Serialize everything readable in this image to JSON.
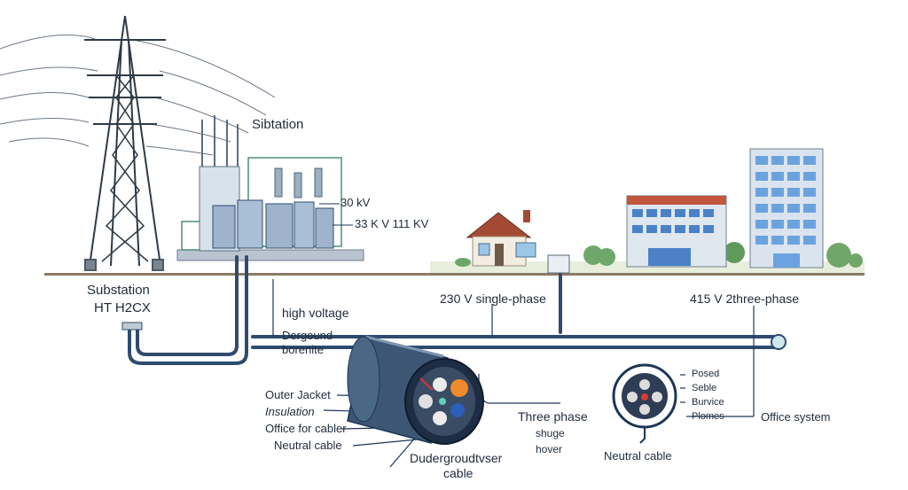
{
  "labels": {
    "substation_top": "Sibtation",
    "kv_30": "30 kV",
    "kv_33_11": "33 K V 111 KV",
    "substation_left": "Substation",
    "ht_code": "HT H2CX",
    "high_voltage": "high voltage",
    "dergound": "Dergound",
    "borenite": "borenite",
    "single_phase": "230 V single-phase",
    "three_phase_415": "415 V 2three-phase",
    "outer_jacket": "Outer Jacket",
    "insulation": "Insulation",
    "office_cabler": "Office for cabler",
    "neutral_cable_left": "Neutral cable",
    "underground_cable_line1": "Dudergroudtvser",
    "underground_cable_line2": "cable",
    "three_phase_line1": "Three phase",
    "three_phase_line2": "shuge",
    "three_phase_line3": "hover",
    "neutral_cable_right": "Neutral cable",
    "posed": "Posed",
    "seble": "Seble",
    "burvice": "Burvice",
    "plomes": "Plomes",
    "office_system": "Office system"
  },
  "colors": {
    "ground": "#8a7a66",
    "cable": "#2f4b6e",
    "line": "#1c3556",
    "tower": "#2e3a46",
    "core_orange": "#f08a2c",
    "core_blue": "#2c5fb8",
    "core_red": "#d63a32"
  }
}
